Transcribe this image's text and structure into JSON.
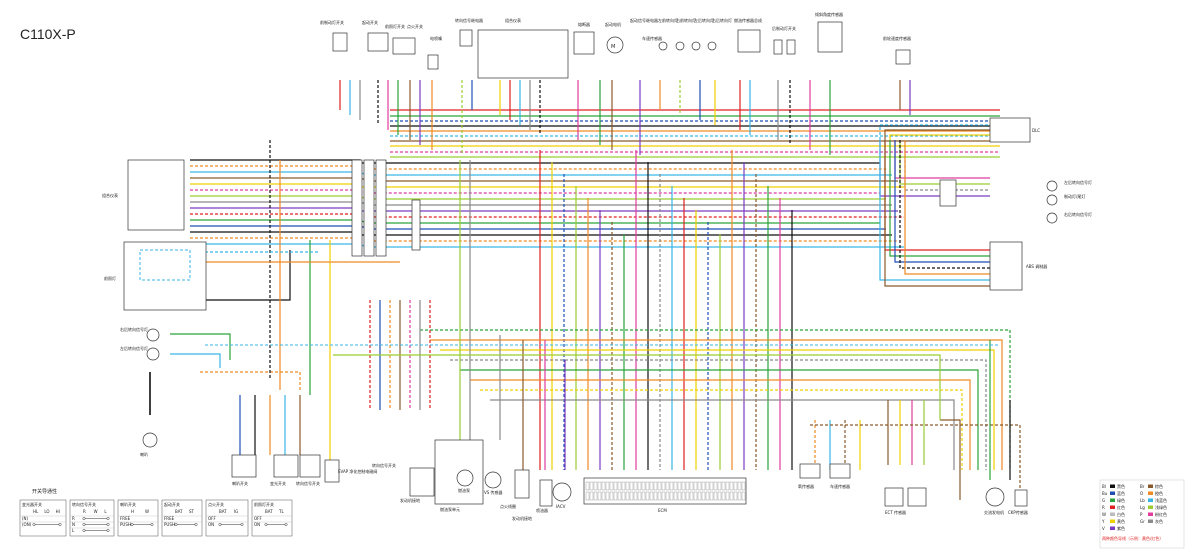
{
  "title": "C110X-P",
  "colors": {
    "black": "#111111",
    "brown": "#8b5a2b",
    "blue": "#1f4fb5",
    "light_blue": "#37b6e6",
    "green": "#2aa33a",
    "light_green": "#9acd32",
    "red": "#e02020",
    "white": "#bbbbbb",
    "yellow": "#f0d000",
    "orange": "#f08a24",
    "pink": "#e03ca0",
    "gray": "#8a8a8a",
    "violet": "#7a3cc0"
  },
  "components": {
    "top": [
      "前制动灯开关",
      "起动开关",
      "前照灯开关",
      "点火开关",
      "电喷嘴",
      "转向信号继电器",
      "组合仪表",
      "熔断器",
      "起动电机",
      "起动信号继电器",
      "车速传感器",
      "左前转向灯",
      "右前转向灯",
      "左后转向灯",
      "右后转向灯",
      "燃油传感器总成",
      "后制动灯开关",
      "倾斜角度传感器",
      "前轮速度传感器"
    ],
    "left": [
      "组合仪表",
      "前照灯",
      "右后转向信号灯",
      "左后转向信号灯",
      "喇叭"
    ],
    "right": [
      "DLC",
      "左后转向信号灯",
      "制动灯/尾灯",
      "右后转向信号灯",
      "ABS 调制器"
    ],
    "bottom": [
      "喇叭开关",
      "变光开关",
      "转向信号开关",
      "EVAP 净化控制电磁阀",
      "转向信号开关",
      "发动机接地",
      "燃油泵单元",
      "燃油泵",
      "VS 传感器",
      "点火线圈",
      "发动机接地",
      "喷油器",
      "IACV",
      "ECM",
      "氧传感器",
      "车速传感器",
      "ECT 传感器",
      "交流发电机",
      "CKP传感器"
    ]
  },
  "legend_switch": {
    "title": "开关导通性",
    "tables": [
      {
        "name": "变光器开关",
        "cols": [
          "HL",
          "LO",
          "HI"
        ],
        "rows": [
          "(N)",
          "(ON)"
        ]
      },
      {
        "name": "转向信号开关",
        "cols": [
          "R",
          "W",
          "L"
        ],
        "rows": [
          "R",
          "N",
          "L"
        ]
      },
      {
        "name": "喇叭开关",
        "cols": [
          "H",
          "W"
        ],
        "rows": [
          "FREE",
          "PUSH"
        ]
      },
      {
        "name": "起动开关",
        "cols": [
          "BAT",
          "ST"
        ],
        "rows": [
          "FREE",
          "PUSH"
        ]
      },
      {
        "name": "点火开关",
        "cols": [
          "BAT",
          "IG"
        ],
        "rows": [
          "OFF",
          "ON"
        ]
      },
      {
        "name": "前照灯开关",
        "cols": [
          "BAT",
          "TL"
        ],
        "rows": [
          "OFF",
          "ON"
        ]
      }
    ]
  },
  "legend_colors": {
    "entries": [
      {
        "code": "Bl",
        "name": "黑色",
        "color": "#111111"
      },
      {
        "code": "Br",
        "name": "棕色",
        "color": "#8b5a2b"
      },
      {
        "code": "Bu",
        "name": "蓝色",
        "color": "#1f4fb5"
      },
      {
        "code": "O",
        "name": "橙色",
        "color": "#f08a24"
      },
      {
        "code": "G",
        "name": "绿色",
        "color": "#2aa33a"
      },
      {
        "code": "Lb",
        "name": "浅蓝色",
        "color": "#37b6e6"
      },
      {
        "code": "R",
        "name": "红色",
        "color": "#e02020"
      },
      {
        "code": "Lg",
        "name": "浅绿色",
        "color": "#9acd32"
      },
      {
        "code": "W",
        "name": "白色",
        "color": "#bbbbbb"
      },
      {
        "code": "P",
        "name": "粉红色",
        "color": "#e03ca0"
      },
      {
        "code": "Y",
        "name": "黄色",
        "color": "#f0d000"
      },
      {
        "code": "Gr",
        "name": "灰色",
        "color": "#8a8a8a"
      },
      {
        "code": "V",
        "name": "紫色",
        "color": "#7a3cc0"
      }
    ],
    "note": "两种颜色导线（示例：黄色/红色）"
  }
}
